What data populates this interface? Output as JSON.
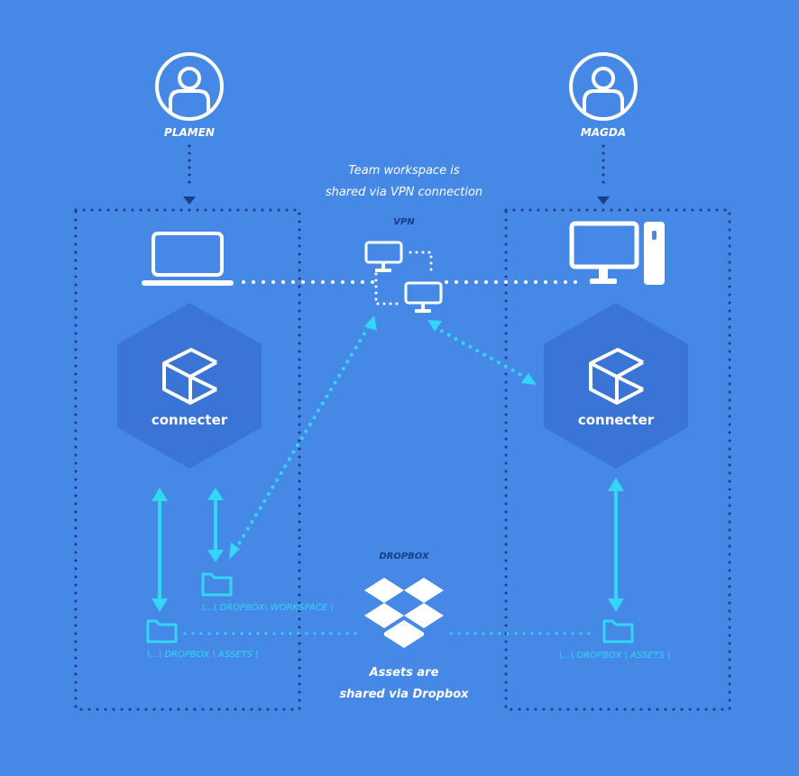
{
  "users": {
    "left_name": "PLAMEN",
    "right_name": "MAGDA"
  },
  "vpn": {
    "note_line1": "Team workspace is",
    "note_line2": "shared via VPN connection",
    "label": "VPN"
  },
  "nodes": {
    "left_app": "connecter",
    "right_app": "connecter"
  },
  "dropbox": {
    "label": "DROPBOX",
    "note_line1": "Assets are",
    "note_line2": "shared via Dropbox"
  },
  "paths": {
    "left_workspace": "\\...\\ DROPBOX\\ WORKSPACE \\",
    "left_assets": "\\...\\ DROPBOX \\ ASSETS \\",
    "right_assets": "\\...\\ DROPBOX \\ ASSETS \\"
  },
  "colors": {
    "background": "#4688e6",
    "hexagon": "#3a74d5",
    "border_dots": "#1a3e86",
    "arrow": "#33d6f5",
    "icon": "#ffffff"
  }
}
